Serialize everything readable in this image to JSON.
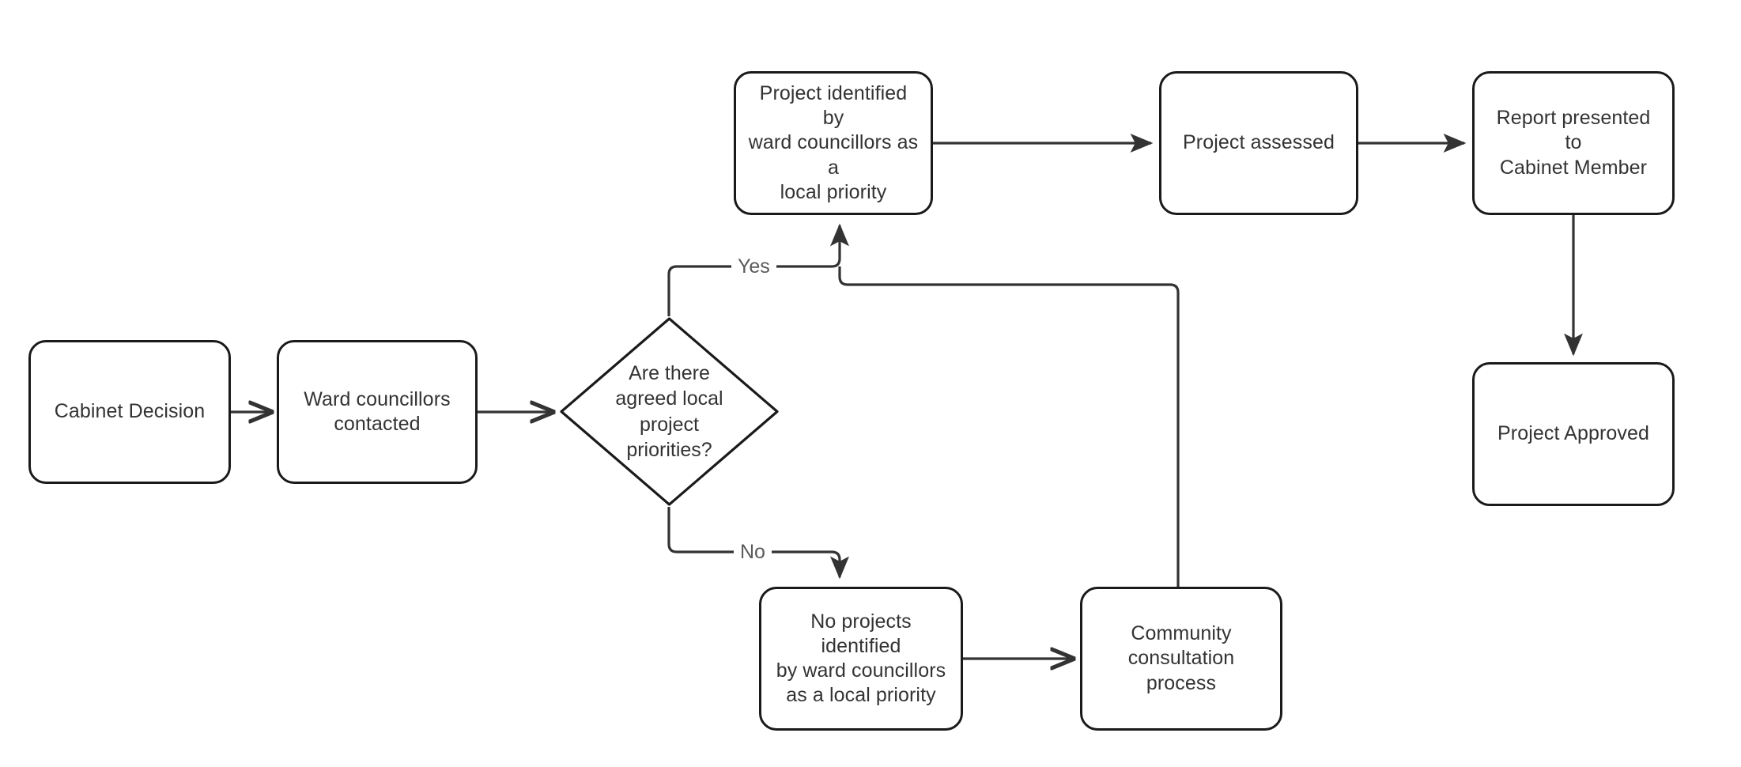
{
  "diagram": {
    "title": "Ward councillor local project approval process",
    "background_color": "#ffffff",
    "node_stroke_color": "#1a1a1a",
    "text_color": "#333333",
    "edge_color": "#333333",
    "edge_label_color": "#5a5a5a"
  },
  "nodes": {
    "cabinet_decision": {
      "label": "Cabinet Decision",
      "shape": "rounded-rectangle"
    },
    "ward_councillors_contacted": {
      "label": "Ward councillors\ncontacted",
      "shape": "rounded-rectangle"
    },
    "decision_priorities": {
      "label": "Are there\nagreed local\nproject\npriorities?",
      "shape": "diamond"
    },
    "project_identified": {
      "label": "Project identified by\nward councillors as  a\nlocal priority",
      "shape": "rounded-rectangle"
    },
    "project_assessed": {
      "label": "Project assessed",
      "shape": "rounded-rectangle"
    },
    "report_presented": {
      "label": "Report presented to\nCabinet Member",
      "shape": "rounded-rectangle"
    },
    "project_approved": {
      "label": "Project Approved",
      "shape": "rounded-rectangle"
    },
    "no_projects_identified": {
      "label": "No projects identified\nby ward councillors\nas  a local priority",
      "shape": "rounded-rectangle"
    },
    "community_consultation": {
      "label": "Community\nconsultation process",
      "shape": "rounded-rectangle"
    }
  },
  "edge_labels": {
    "yes": "Yes",
    "no": "No"
  },
  "edges": [
    {
      "from": "cabinet_decision",
      "to": "ward_councillors_contacted",
      "label": ""
    },
    {
      "from": "ward_councillors_contacted",
      "to": "decision_priorities",
      "label": ""
    },
    {
      "from": "decision_priorities",
      "to": "project_identified",
      "label": "Yes"
    },
    {
      "from": "decision_priorities",
      "to": "no_projects_identified",
      "label": "No"
    },
    {
      "from": "project_identified",
      "to": "project_assessed",
      "label": ""
    },
    {
      "from": "project_assessed",
      "to": "report_presented",
      "label": ""
    },
    {
      "from": "report_presented",
      "to": "project_approved",
      "label": ""
    },
    {
      "from": "no_projects_identified",
      "to": "community_consultation",
      "label": ""
    },
    {
      "from": "community_consultation",
      "to": "project_identified",
      "label": ""
    }
  ]
}
